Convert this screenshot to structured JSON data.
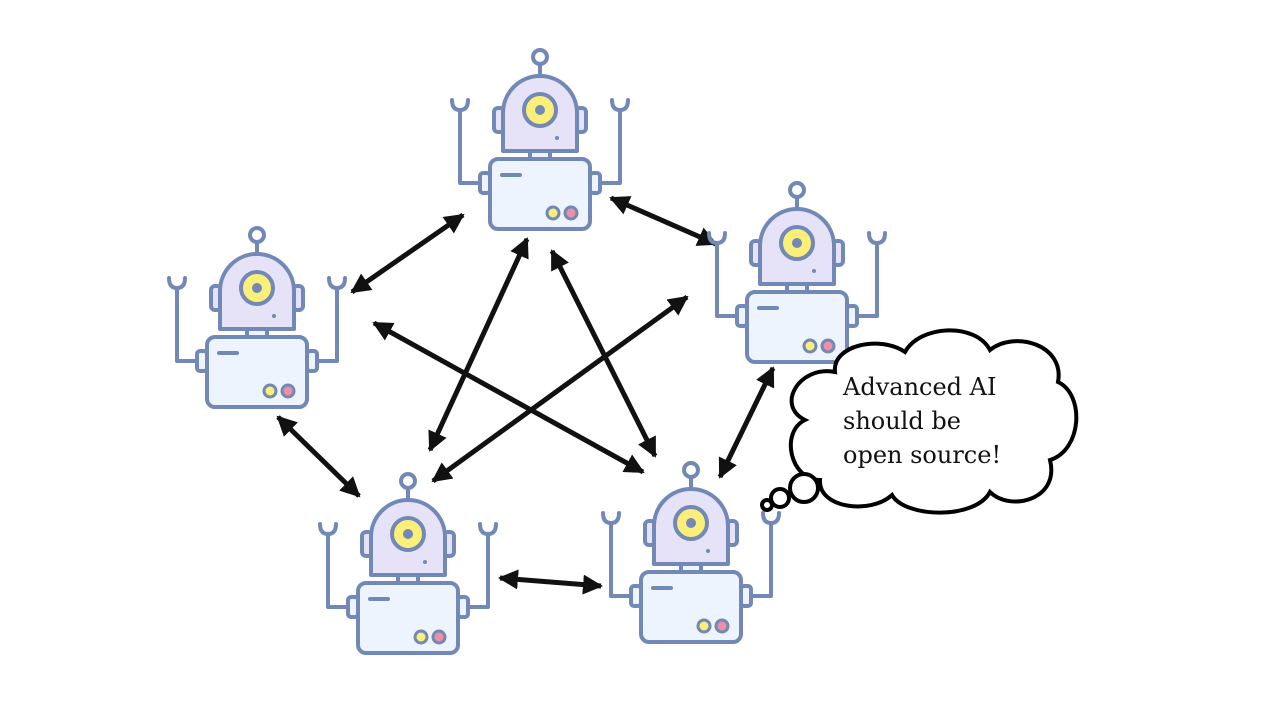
{
  "diagram": {
    "colors": {
      "outline": "#7288b6",
      "head_fill": "#e6e3f8",
      "body_fill": "#eef4fd",
      "eye_fill": "#fbef7a",
      "button_yellow": "#fbef7a",
      "button_pink": "#ee8fa6",
      "arrow": "#111111",
      "cloud_stroke": "#000000",
      "cloud_fill": "#ffffff"
    },
    "icons": [
      "robot-icon",
      "bidirectional-arrow",
      "thought-cloud"
    ],
    "nodes": [
      {
        "id": "robot-top"
      },
      {
        "id": "robot-left"
      },
      {
        "id": "robot-right"
      },
      {
        "id": "robot-bottom-left"
      },
      {
        "id": "robot-bottom-right"
      }
    ],
    "thought": {
      "lines": [
        "Advanced AI",
        "should be",
        "open source!"
      ]
    }
  }
}
